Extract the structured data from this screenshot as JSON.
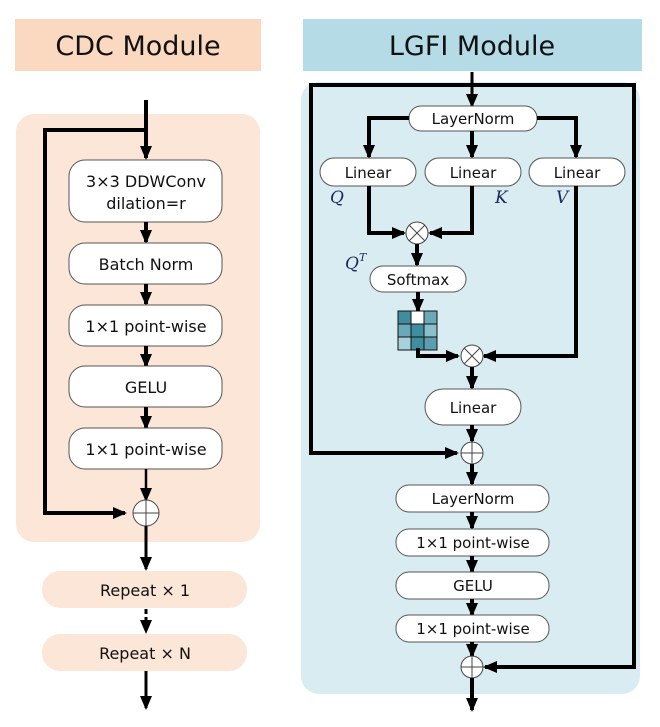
{
  "cdc": {
    "title": "CDC Module",
    "title_bg": "#fad9c0",
    "panel_bg": "#fbe6d8",
    "blocks": [
      "3×3 DDWConv",
      "dilation=r",
      "Batch Norm",
      "1×1 point-wise",
      "GELU",
      "1×1 point-wise"
    ],
    "repeat": [
      "Repeat × 1",
      "Repeat × N"
    ]
  },
  "lgfi": {
    "title": "LGFI Module",
    "title_bg": "#b4dbe6",
    "panel_bg": "#d9ecf2",
    "layernorm_top": "LayerNorm",
    "linear_q": "Linear",
    "linear_k": "Linear",
    "linear_v": "Linear",
    "label_q": "Q",
    "label_k": "K",
    "label_v": "V",
    "label_qt": "Q",
    "label_qt_sup": "T",
    "softmax": "Softmax",
    "linear_out": "Linear",
    "layernorm_2": "LayerNorm",
    "pw1": "1×1 point-wise",
    "gelu": "GELU",
    "pw2": "1×1 point-wise",
    "attention_matrix_colors": [
      "#3e8ea0",
      "#ffffff",
      "#6aa9b8",
      "#6aa9b8",
      "#3e8ea0",
      "#8bbfcb",
      "#a9d1da",
      "#3e8ea0",
      "#5a9fb0"
    ]
  }
}
